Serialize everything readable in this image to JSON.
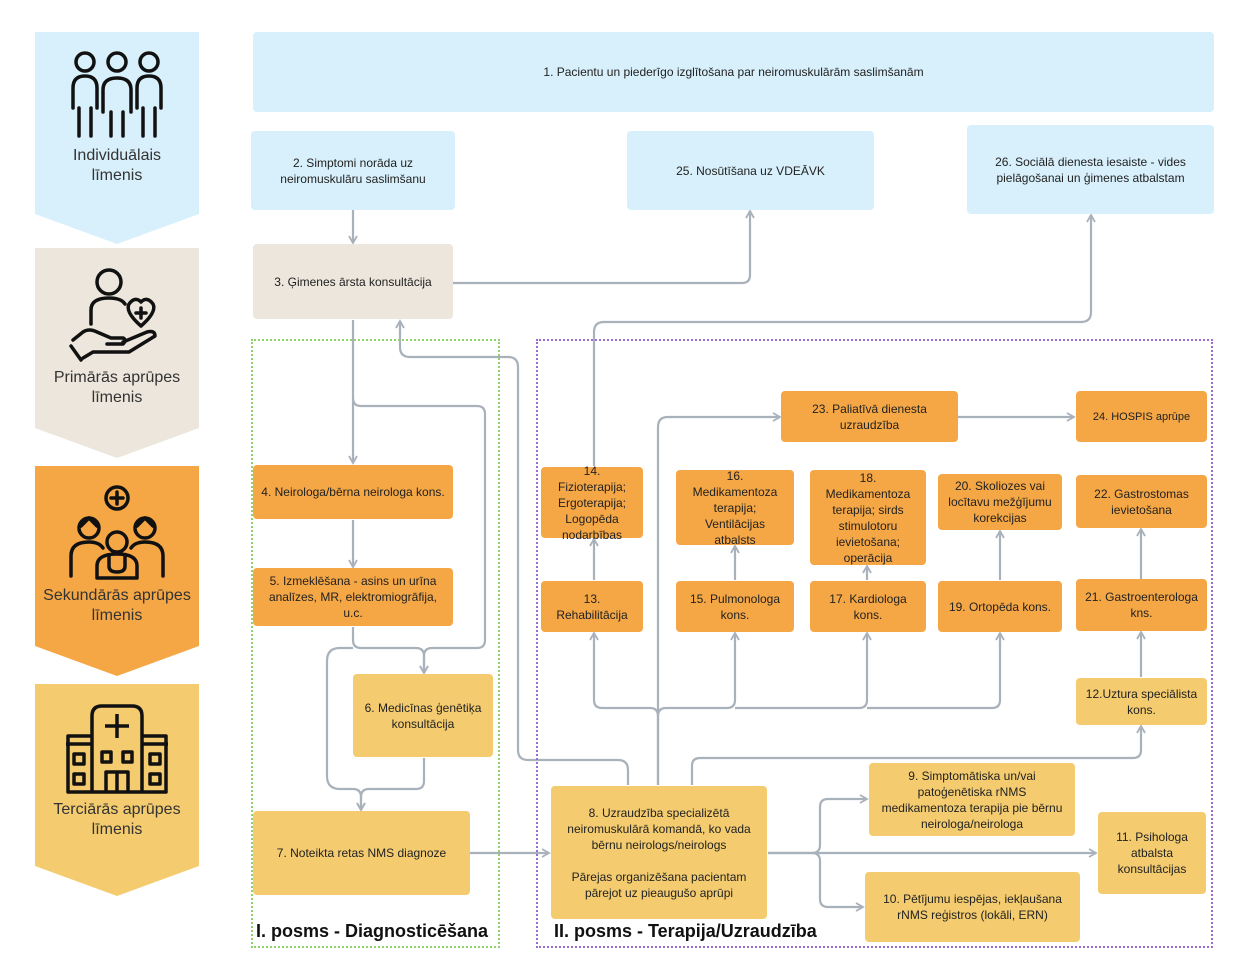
{
  "levels": {
    "individual": "Individuālais līmenis",
    "primary": "Primārās aprūpes līmenis",
    "secondary": "Sekundārās aprūpes līmenis",
    "tertiary": "Terciārās aprūpes līmenis"
  },
  "nodes": {
    "n1": "1. Pacientu un piederīgo izglītošana par neiromuskulārām saslimšanām",
    "n2": "2. Simptomi norāda uz neiromuskulāru saslimšanu",
    "n25": "25. Nosūtīšana uz VDEĀVK",
    "n26": "26. Sociālā dienesta iesaiste - vides pielāgošanai un ģimenes atbalstam",
    "n3": "3. Ģimenes ārsta konsultācija",
    "n4": "4. Neirologa/bērna neirologa kons.",
    "n5": "5. Izmeklēšana - asins un urīna analīzes, MR, elektromiogrāfija, u.c.",
    "n6": "6. Medicīnas ģenētiķa konsultācija",
    "n7": "7. Noteikta retas NMS diagnoze",
    "n8a": "8. Uzraudzība specializētā neiromuskulārā komandā, ko vada bērnu neirologs/neirologs",
    "n8b": "Pārejas organizēšana pacientam pārejot uz pieaugušo aprūpi",
    "n9": "9. Simptomātiska un/vai patoģenētiska rNMS medikamentoza terapija pie bērnu neirologa/neirologa",
    "n10": "10. Pētījumu iespējas, iekļaušana rNMS reģistros (lokāli, ERN)",
    "n11": "11. Psihologa atbalsta konsultācijas",
    "n12": "12.Uztura speciālista kons.",
    "n13": "13. Rehabilitācija",
    "n14": "14. Fizioterapija; Ergoterapija; Logopēda nodarbības",
    "n15": "15. Pulmonologa kons.",
    "n16": "16. Medikamentoza terapija; Ventilācijas atbalsts",
    "n17": "17. Kardiologa kons.",
    "n18": "18. Medikamentoza terapija; sirds stimulotoru ievietošana; operācija",
    "n19": "19. Ortopēda kons.",
    "n20": "20. Skoliozes vai locītavu mežģījumu korekcijas",
    "n21": "21. Gastroenterologa kns.",
    "n22": "22. Gastrostomas ievietošana",
    "n23": "23. Paliatīvā dienesta uzraudzība",
    "n24": "24. HOSPIS aprūpe"
  },
  "phases": {
    "p1": "I. posms - Diagnosticēšana",
    "p2": "II. posms - Terapija/Uzraudzība"
  },
  "colors": {
    "individual": "#d8f0fb",
    "primary": "#ece6dc",
    "secondary": "#f5a745",
    "tertiary": "#f4cc6f",
    "arrow": "#a9b1bb",
    "phase1_border": "#8fd16a",
    "phase2_border": "#9b6bd6"
  },
  "icons": {
    "individual": "people-group-icon",
    "primary": "hand-heart-care-icon",
    "secondary": "medical-team-icon",
    "tertiary": "hospital-icon"
  }
}
